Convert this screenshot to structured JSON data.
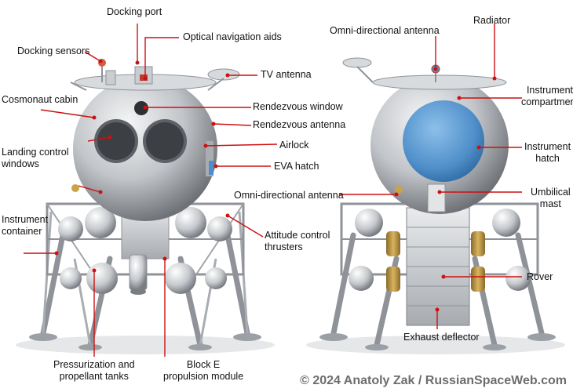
{
  "labels": {
    "docking_port": "Docking port",
    "optical_navigation_aids": "Optical navigation aids",
    "docking_sensors": "Docking sensors",
    "tv_antenna": "TV antenna",
    "cosmonaut_cabin": "Cosmonaut cabin",
    "rendezvous_window": "Rendezvous window",
    "rendezvous_antenna": "Rendezvous antenna",
    "landing_control_windows": [
      "Landing control",
      "windows"
    ],
    "airlock": "Airlock",
    "eva_hatch": "EVA hatch",
    "omni_antenna_front": "Omni-directional antenna",
    "instrument_container": [
      "Instrument",
      "container"
    ],
    "attitude_control_thrusters": [
      "Attitude control",
      "thrusters"
    ],
    "pressurization_tanks": [
      "Pressurization and",
      "propellant tanks"
    ],
    "block_e": [
      "Block E",
      "propulsion module"
    ],
    "omni_antenna_back": "Omni-directional antenna",
    "radiator": "Radiator",
    "instrument_compartment": [
      "Instrument",
      "compartment"
    ],
    "instrument_hatch": [
      "Instrument",
      "hatch"
    ],
    "umbilical_mast": [
      "Umbilical",
      "mast"
    ],
    "rover": "Rover",
    "exhaust_deflector": "Exhaust deflector"
  },
  "credit": "© 2024 Anatoly Zak / RussianSpaceWeb.com",
  "colors": {
    "leader_line": "#cc1111",
    "hull": "#b9bcc0",
    "hatch_blue": "#4f8ec9",
    "rover_gold": "#c9a24a",
    "frame": "#8f9399"
  }
}
